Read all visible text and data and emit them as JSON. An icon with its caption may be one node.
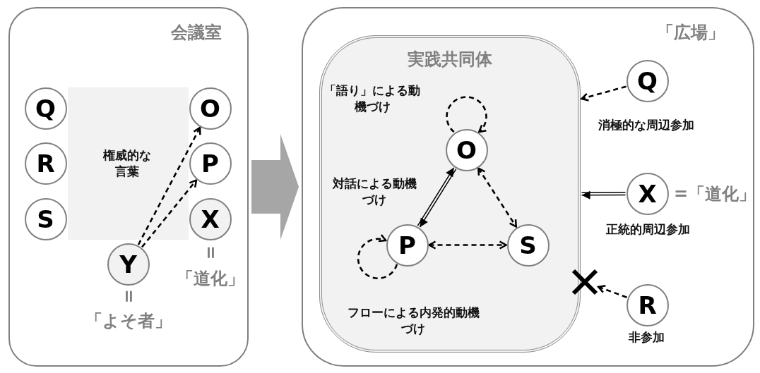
{
  "diagram": {
    "nodes": [
      {
        "text": [
          "会議室"
        ]
      },
      {
        "text": [
          "Q"
        ],
        "in": 0
      },
      {
        "text": [
          "R"
        ],
        "in": 0
      },
      {
        "text": [
          "S"
        ],
        "in": 0
      },
      {
        "text": [
          "O"
        ],
        "in": 0
      },
      {
        "text": [
          "P"
        ],
        "in": 0
      },
      {
        "text": [
          "X"
        ],
        "in": 0,
        "beside": [
          "=",
          "「道化」"
        ]
      },
      {
        "text": [
          "Y"
        ],
        "in": 0,
        "beside": [
          "=",
          "「よそ者」"
        ]
      },
      {
        "text": [
          "「広場」"
        ]
      },
      {
        "text": [
          "実践共同体"
        ],
        "in": 8
      },
      {
        "text": [
          "O"
        ],
        "in": 9
      },
      {
        "text": [
          "P"
        ],
        "in": 9
      },
      {
        "text": [
          "S"
        ],
        "in": 9
      },
      {
        "text": [
          "Q"
        ],
        "in": 8,
        "beside": [
          "消極的な周辺参加"
        ]
      },
      {
        "text": [
          "X"
        ],
        "in": 8,
        "beside": [
          "=「道化」",
          "正統的周辺参加"
        ]
      },
      {
        "text": [
          "R"
        ],
        "in": 8,
        "beside": [
          "非参加"
        ]
      },
      {
        "text": [],
        "shape": "cross",
        "in": 8
      }
    ],
    "edges": [
      {
        "from": 7,
        "to": 4,
        "arrow": "to",
        "style": "dashed",
        "label": "権威的な言葉"
      },
      {
        "from": 7,
        "to": 5,
        "arrow": "to",
        "style": "dashed"
      },
      {
        "from": 0,
        "to": 8,
        "arrow": "to",
        "style": "thick",
        "color": "#a6a6a6"
      },
      {
        "from": 10,
        "to": 10,
        "arrow": "to",
        "style": "dashed",
        "label": "「語り」による動機づけ"
      },
      {
        "from": 11,
        "to": 10,
        "arrow": "both",
        "label": "対話による動機づけ"
      },
      {
        "from": 10,
        "to": 12,
        "arrow": "both",
        "style": "dashed"
      },
      {
        "from": 11,
        "to": 12,
        "arrow": "both",
        "style": "dashed"
      },
      {
        "from": 11,
        "to": 11,
        "arrow": "to",
        "style": "dashed",
        "label": "フローによる内発的動機づけ"
      },
      {
        "from": 13,
        "to": 9,
        "arrow": "to",
        "style": "dashed"
      },
      {
        "from": 14,
        "to": 9,
        "arrow": "to"
      },
      {
        "from": 15,
        "to": 16,
        "arrow": "to",
        "style": "dashed"
      }
    ]
  }
}
